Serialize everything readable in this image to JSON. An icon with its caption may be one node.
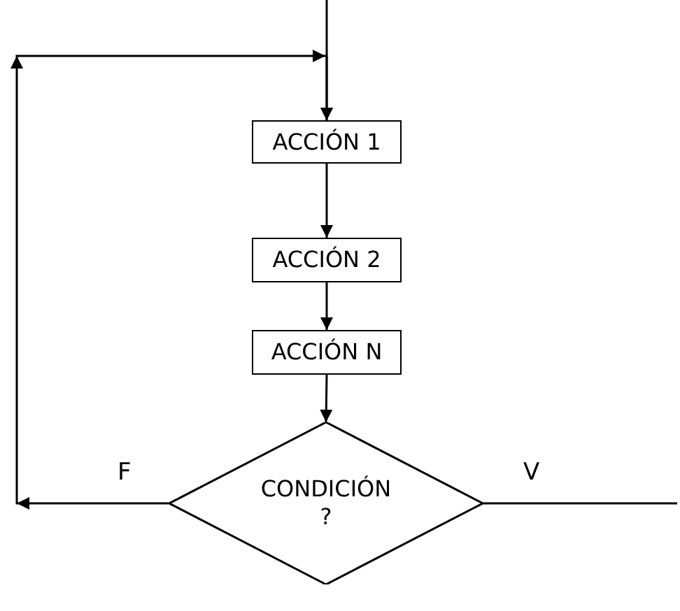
{
  "diagram": {
    "nodes": [
      {
        "text": [
          "ACCIÓN 1"
        ]
      },
      {
        "text": [
          "ACCIÓN 2"
        ]
      },
      {
        "text": [
          "ACCIÓN N"
        ]
      },
      {
        "text": [
          "CONDICIÓN ?"
        ]
      }
    ],
    "edges": [
      {
        "from": null,
        "to": 0,
        "arrow": "to"
      },
      {
        "from": 0,
        "to": 1,
        "arrow": "to"
      },
      {
        "from": 1,
        "to": 2,
        "arrow": "to"
      },
      {
        "from": 2,
        "to": 3,
        "arrow": "to"
      },
      {
        "from": 3,
        "to": 0,
        "arrow": "to",
        "label": "F"
      },
      {
        "from": 3,
        "to": null,
        "arrow": "none",
        "label": "V"
      }
    ]
  }
}
